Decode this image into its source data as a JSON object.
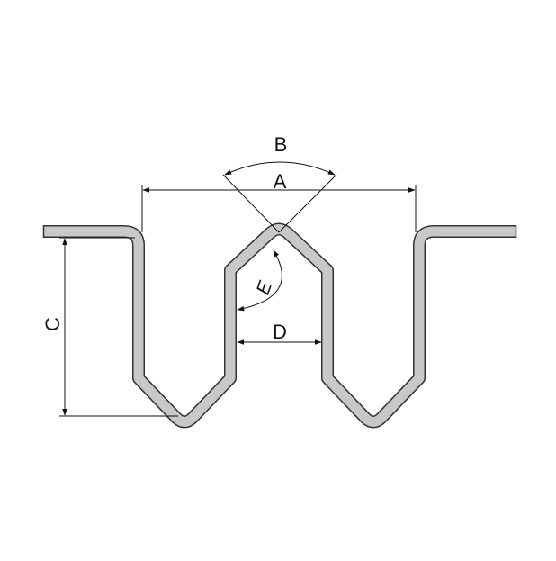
{
  "diagram": {
    "labels": {
      "A": "A",
      "B": "B",
      "C": "C",
      "D": "D",
      "E": "E"
    },
    "colors": {
      "background": "#ffffff",
      "profile_fill": "#c8c8c8",
      "profile_stroke": "#333333",
      "dimension_line": "#111111",
      "text": "#111111"
    }
  }
}
